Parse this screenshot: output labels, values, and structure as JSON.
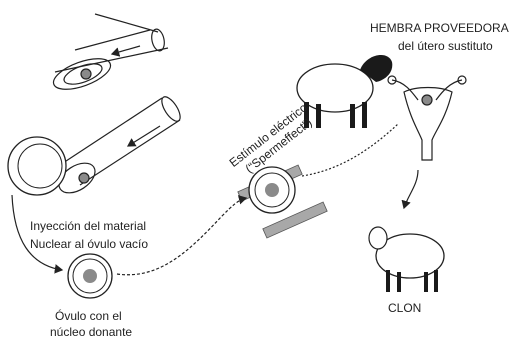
{
  "labels": {
    "host_title": "HEMBRA PROVEEDORA",
    "host_subtitle": "del útero sustituto",
    "stimulus_line1": "Estímulo eléctrico",
    "stimulus_line2": "(“Spermeffect”)",
    "injection_line1": "Inyección del material",
    "injection_line2": "Nuclear al óvulo vacío",
    "egg_line1": "Óvulo con el",
    "egg_line2": "núcleo donante",
    "clone": "CLON"
  },
  "colors": {
    "line": "#222222",
    "nucleus": "#8a8a8a",
    "electrode": "#a8a8a8",
    "ink": "#1a1a1a"
  },
  "icons": [
    "micropipette-icon",
    "sheep-icon",
    "black-face-sheep-icon",
    "uterus-icon",
    "electrode-plate-icon"
  ]
}
